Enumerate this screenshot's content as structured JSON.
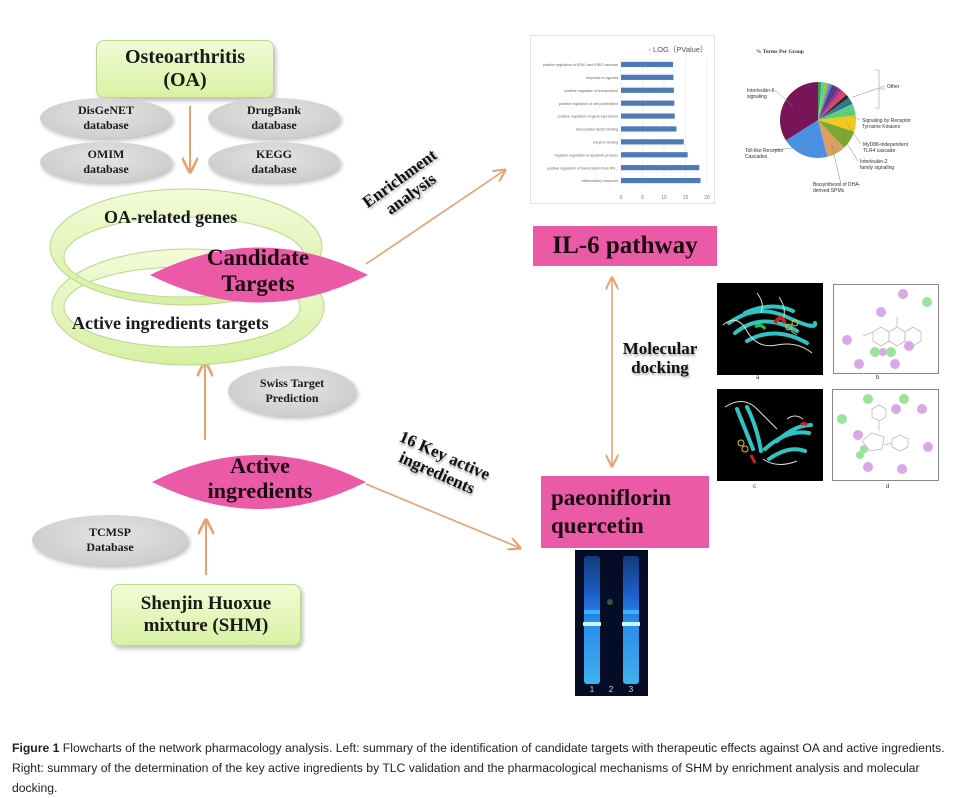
{
  "left_flow": {
    "oa_box": {
      "line1": "Osteoarthritis",
      "line2": "(OA)"
    },
    "databases_top": [
      {
        "line1": "DisGeNET",
        "line2": "database"
      },
      {
        "line1": "DrugBank",
        "line2": "database"
      },
      {
        "line1": "OMIM",
        "line2": "database"
      },
      {
        "line1": "KEGG",
        "line2": "database"
      }
    ],
    "oa_related_genes": "OA-related genes",
    "candidate_targets": {
      "line1": "Candidate",
      "line2": "Targets"
    },
    "active_ingredient_targets": "Active ingredients targets",
    "swiss_target": {
      "line1": "Swiss Target",
      "line2": "Prediction"
    },
    "active_ingredients": {
      "line1": "Active",
      "line2": "ingredients"
    },
    "tcmsp": {
      "line1": "TCMSP",
      "line2": "Database"
    },
    "shm_box": {
      "line1": "Shenjin Huoxue",
      "line2": "mixture (SHM)"
    }
  },
  "edges": {
    "enrichment": {
      "line1": "Enrichment",
      "line2": "analysis"
    },
    "key_active": {
      "line1": "16 Key active",
      "line2": "ingredients"
    },
    "docking": {
      "line1": "Molecular",
      "line2": "docking"
    }
  },
  "right_flow": {
    "il6": "IL-6 pathway",
    "compounds": {
      "line1": "paeoniflorin",
      "line2": "quercetin"
    },
    "docking_panels": [
      "a",
      "b",
      "c",
      "d"
    ],
    "tlc_lanes": [
      "1",
      "2",
      "3"
    ]
  },
  "chart_data": [
    {
      "type": "bar",
      "orientation": "horizontal",
      "title": "- LOG（PValue）",
      "categories": [
        "positive regulation of ERK1 and ERK2 cascade",
        "response to hypoxia",
        "positive regulation of transcription",
        "positive regulation of cell proliferation",
        "positive regulation of gene expression",
        "transcription factor binding",
        "enzyme binding",
        "negative regulation of apoptotic process",
        "positive regulation of transcription from RN...",
        "inflammatory response"
      ],
      "values": [
        12.1,
        12.2,
        12.3,
        12.4,
        12.5,
        12.9,
        14.6,
        15.5,
        18.2,
        18.5
      ],
      "xlim": [
        0,
        20
      ],
      "xticks": [
        "0",
        "5",
        "10",
        "15",
        "20"
      ],
      "grid": true,
      "color": "#4f7ab8"
    },
    {
      "type": "pie",
      "title": "% Terms Per Group",
      "slices": [
        {
          "label": "Interleukin-6 signaling",
          "value": 34,
          "color": "#7a1458"
        },
        {
          "label": "Toll-like Receptor Cascades",
          "value": 20,
          "color": "#4a90e2"
        },
        {
          "label": "Biosynthesis of DHA-derived SPMs",
          "value": 8,
          "color": "#d9a060"
        },
        {
          "label": "Interleukin-2 family signaling",
          "value": 8,
          "color": "#7aa830"
        },
        {
          "label": "MyD88-independent TLR4 cascade",
          "value": 7,
          "color": "#f2c81e"
        },
        {
          "label": "Signaling by Receptor Tyrosine Kinases",
          "value": 5,
          "color": "#5ad07a"
        },
        {
          "label": "Other",
          "value": 18,
          "color": "#9aa0c8"
        }
      ],
      "other_colors": [
        "#3aa050",
        "#60c8b0",
        "#88d028",
        "#7878e0",
        "#404088",
        "#603070",
        "#8a3a8a",
        "#c83a8a",
        "#e04848",
        "#202060",
        "#2a8a40",
        "#3860c0"
      ],
      "legend": "right-callouts"
    }
  ],
  "caption": {
    "label": "Figure 1",
    "text": "Flowcharts of the network pharmacology analysis. Left: summary of the identification of candidate targets with therapeutic effects against OA and active ingredients. Right: summary of the determination of the key active ingredients by TLC validation and the pharmacological mechanisms of SHM by enrichment analysis and molecular docking."
  }
}
